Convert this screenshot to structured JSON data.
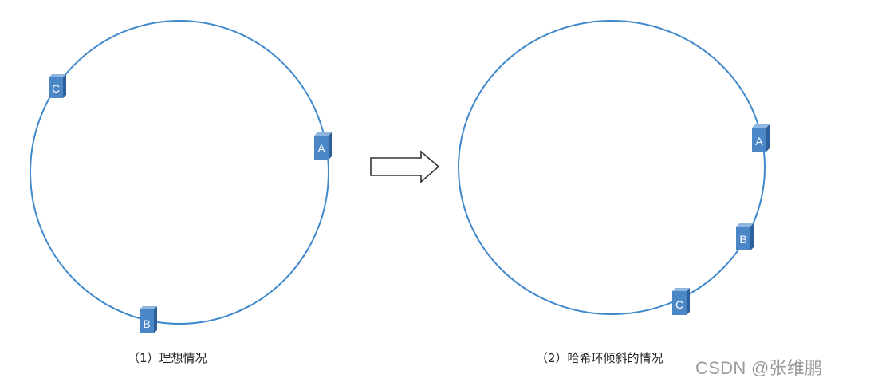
{
  "diagrams": {
    "ideal": {
      "caption": "（1）理想情况",
      "nodes": [
        {
          "label": "C"
        },
        {
          "label": "A"
        },
        {
          "label": "B"
        }
      ]
    },
    "skewed": {
      "caption": "（2）哈希环倾斜的情况",
      "nodes": [
        {
          "label": "A"
        },
        {
          "label": "B"
        },
        {
          "label": "C"
        }
      ]
    }
  },
  "watermark": "CSDN @张维鹏",
  "colors": {
    "ring": "#3f88cc",
    "node_front": "#4b86c6",
    "node_side": "#2f5f98",
    "node_top": "#8eb7e2",
    "arrow": "#333333"
  }
}
